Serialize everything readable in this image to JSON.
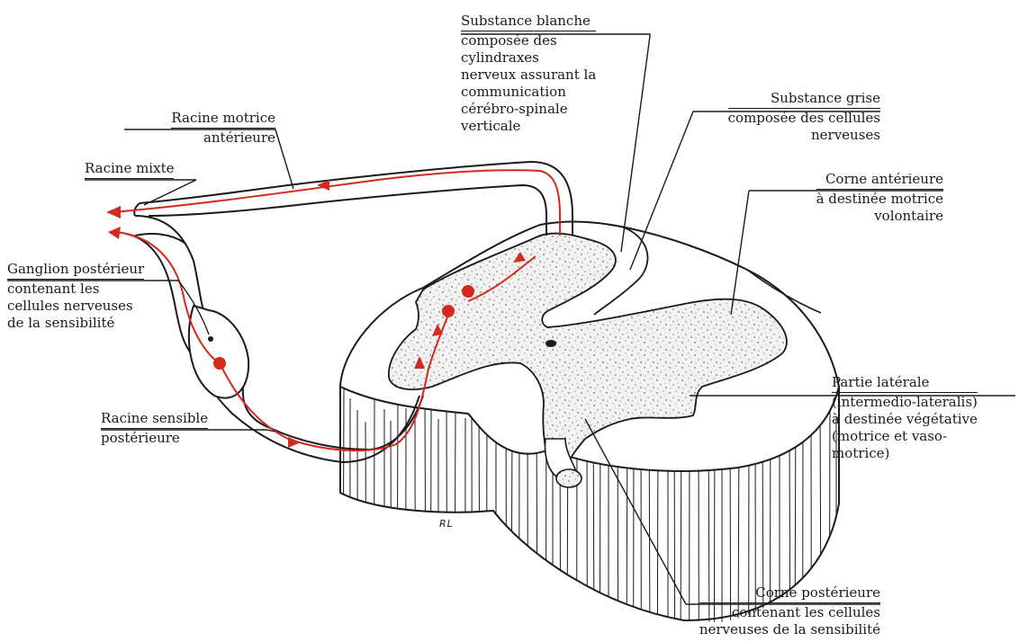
{
  "labels": {
    "substance_blanche": {
      "title": "Substance blanche",
      "lines": [
        "composée des",
        "cylindraxes",
        "nerveux assurant la",
        "communication",
        "cérébro-spinale",
        "verticale"
      ]
    },
    "substance_grise": {
      "title": "Substance grise",
      "lines": [
        "composée des cellules",
        "nerveuses"
      ]
    },
    "corne_anterieure": {
      "title": "Corne antérieure",
      "lines": [
        "à destinée motrice",
        "volontaire"
      ]
    },
    "partie_laterale": {
      "title": "Partie latérale",
      "lines": [
        "(intermedio-lateralis)",
        "à destinée végétative",
        "(motrice et vaso-",
        "motrice)"
      ]
    },
    "corne_posterieure": {
      "title": "Corne postérieure",
      "lines": [
        "contenant les cellules",
        "nerveuses de la sensibilité"
      ]
    },
    "racine_motrice": {
      "title": "Racine motrice",
      "lines": [
        "antérieure"
      ]
    },
    "racine_mixte": {
      "title": "Racine mixte",
      "lines": []
    },
    "ganglion": {
      "title": "Ganglion postérieur",
      "lines": [
        "contenant les",
        "cellules nerveuses",
        "de la sensibilité"
      ]
    },
    "racine_sensible": {
      "title": "Racine sensible",
      "lines": [
        "postérieure"
      ]
    }
  },
  "signature": "RL",
  "colors": {
    "ink": "#1a1a1a",
    "pathway": "#d42a1e",
    "gray_matter_fill": "#efefef",
    "white_matter_fill": "#ffffff"
  }
}
